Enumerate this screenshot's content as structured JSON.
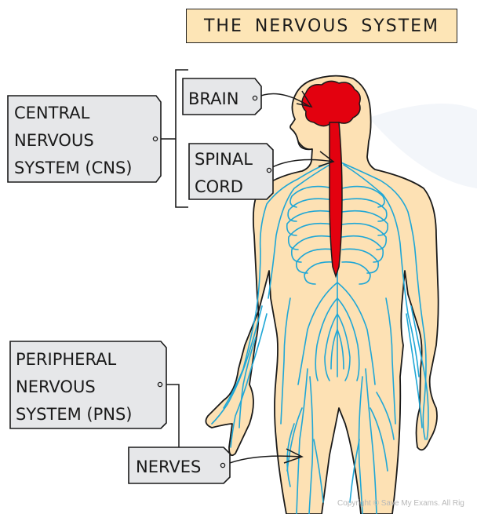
{
  "title": "THE NERVOUS SYSTEM",
  "labels": {
    "cns": [
      "CENTRAL",
      "NERVOUS",
      "SYSTEM (CNS)"
    ],
    "brain": "BRAIN",
    "spinal_cord": [
      "SPINAL",
      "CORD"
    ],
    "pns": [
      "PERIPHERAL",
      "NERVOUS",
      "SYSTEM (PNS)"
    ],
    "nerves": "NERVES"
  },
  "copyright": "Copyright © Save My Exams. All Rig",
  "colors": {
    "skin": "#fde1b4",
    "nerves": "#1fa7d6",
    "cns": "#e3010f",
    "label_fill": "#e6e7e9",
    "title_fill": "#fde5b6"
  }
}
